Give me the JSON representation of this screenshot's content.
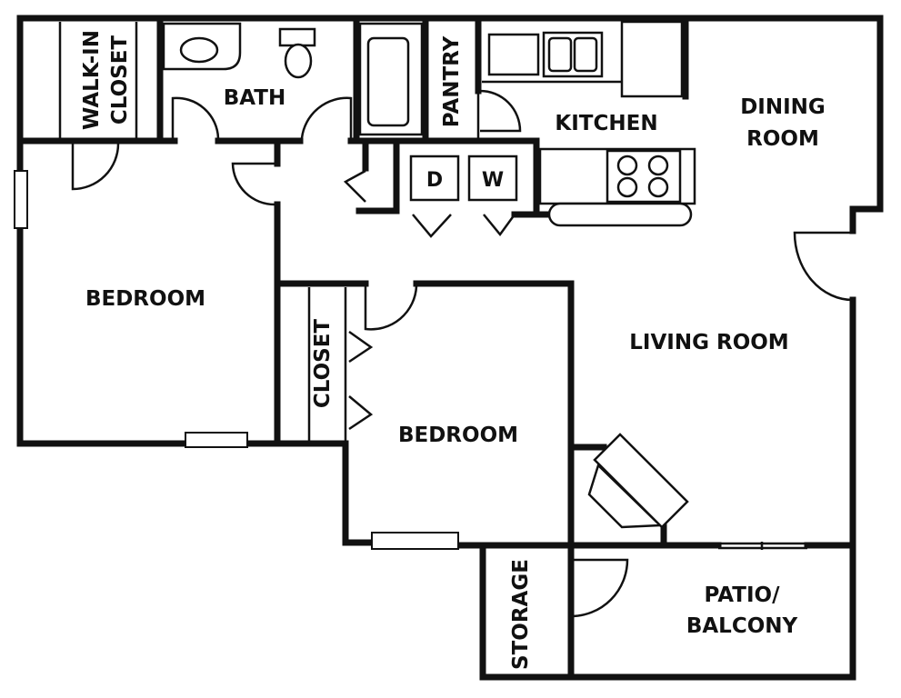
{
  "labels": {
    "walk_in": "WALK-IN",
    "closet_top": "CLOSET",
    "bath": "BATH",
    "pantry": "PANTRY",
    "kitchen": "KITCHEN",
    "dining_1": "DINING",
    "dining_2": "ROOM",
    "bedroom_left": "BEDROOM",
    "closet_mid": "CLOSET",
    "bedroom_center": "BEDROOM",
    "living": "LIVING ROOM",
    "storage": "STORAGE",
    "patio_1": "PATIO/",
    "patio_2": "BALCONY",
    "dryer": "D",
    "washer": "W"
  },
  "colors": {
    "line": "#111111",
    "background": "#ffffff"
  }
}
